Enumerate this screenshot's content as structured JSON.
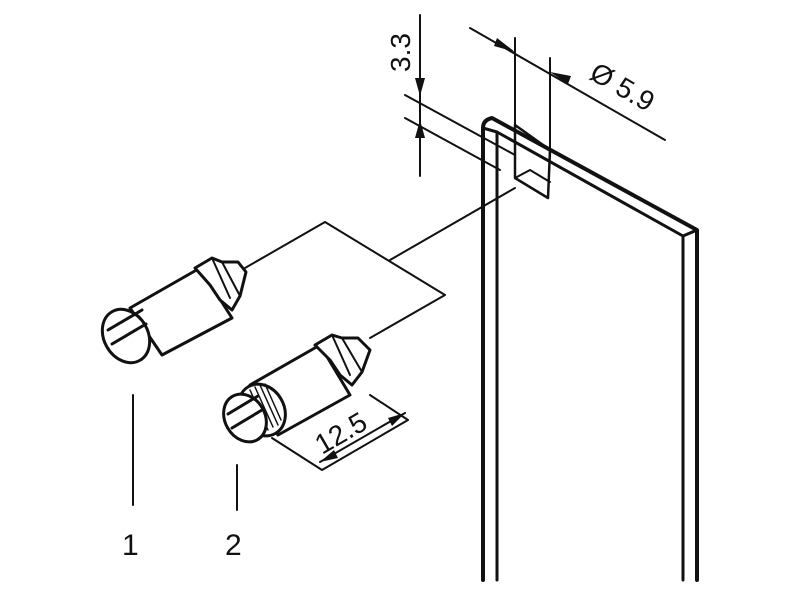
{
  "dimensions": {
    "hole_depth": "3.3",
    "hole_diameter": "Ø 5.9",
    "pin_length": "12.5"
  },
  "labels": {
    "item1": "1",
    "item2": "2"
  },
  "colors": {
    "line": "#111111",
    "background": "#ffffff"
  }
}
